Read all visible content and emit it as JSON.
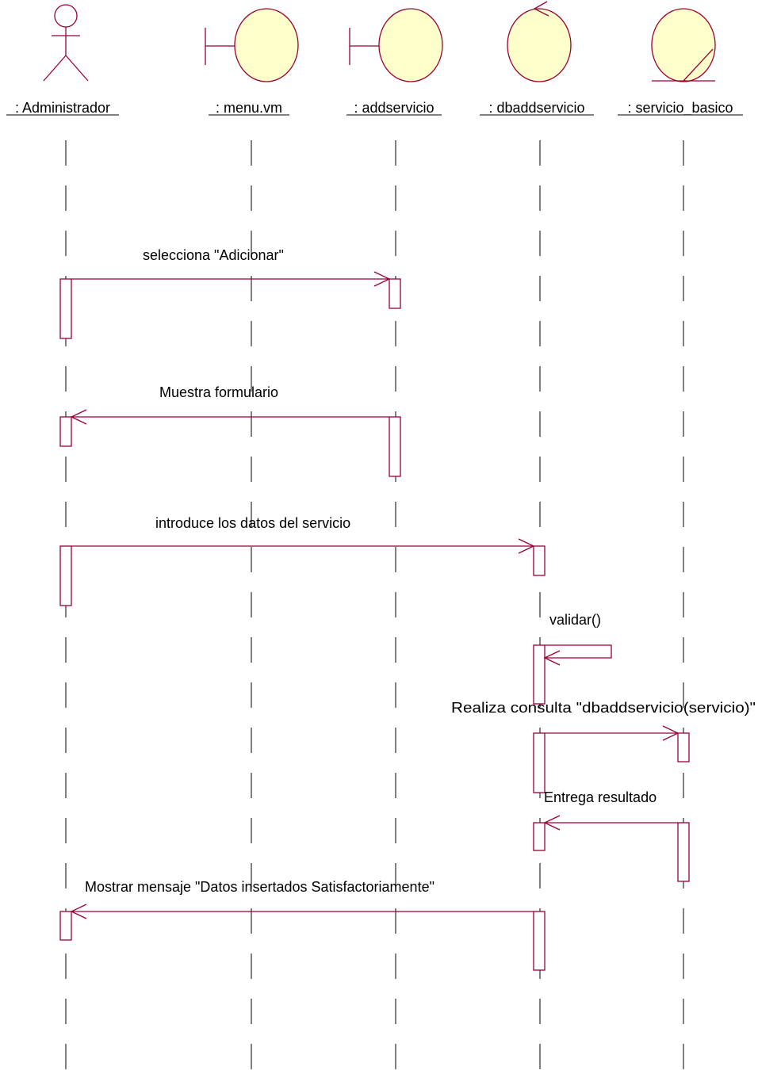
{
  "colors": {
    "stroke": "#990033",
    "fill": "#ffffcc",
    "lifeline": "#000000",
    "text": "#000000"
  },
  "participants": [
    {
      "id": "admin",
      "label": ": Administrador",
      "icon": "actor-icon"
    },
    {
      "id": "menu",
      "label": ": menu.vm",
      "icon": "boundary-icon"
    },
    {
      "id": "add",
      "label": ": addservicio",
      "icon": "boundary-icon"
    },
    {
      "id": "db",
      "label": ": dbaddservicio",
      "icon": "control-icon"
    },
    {
      "id": "serv",
      "label": ": servicio_basico",
      "icon": "entity-icon"
    }
  ],
  "messages": [
    {
      "from": "admin",
      "to": "add",
      "label": "selecciona \"Adicionar\""
    },
    {
      "from": "add",
      "to": "admin",
      "label": "Muestra formulario"
    },
    {
      "from": "admin",
      "to": "db",
      "label": "introduce los datos del servicio"
    },
    {
      "from": "db",
      "to": "db",
      "label": "validar()"
    },
    {
      "from": "db",
      "to": "serv",
      "label": "Realiza consulta \"dbaddservicio(servicio)\""
    },
    {
      "from": "serv",
      "to": "db",
      "label": "Entrega resultado"
    },
    {
      "from": "db",
      "to": "admin",
      "label": "Mostrar mensaje \"Datos  insertados Satisfactoriamente\""
    }
  ]
}
